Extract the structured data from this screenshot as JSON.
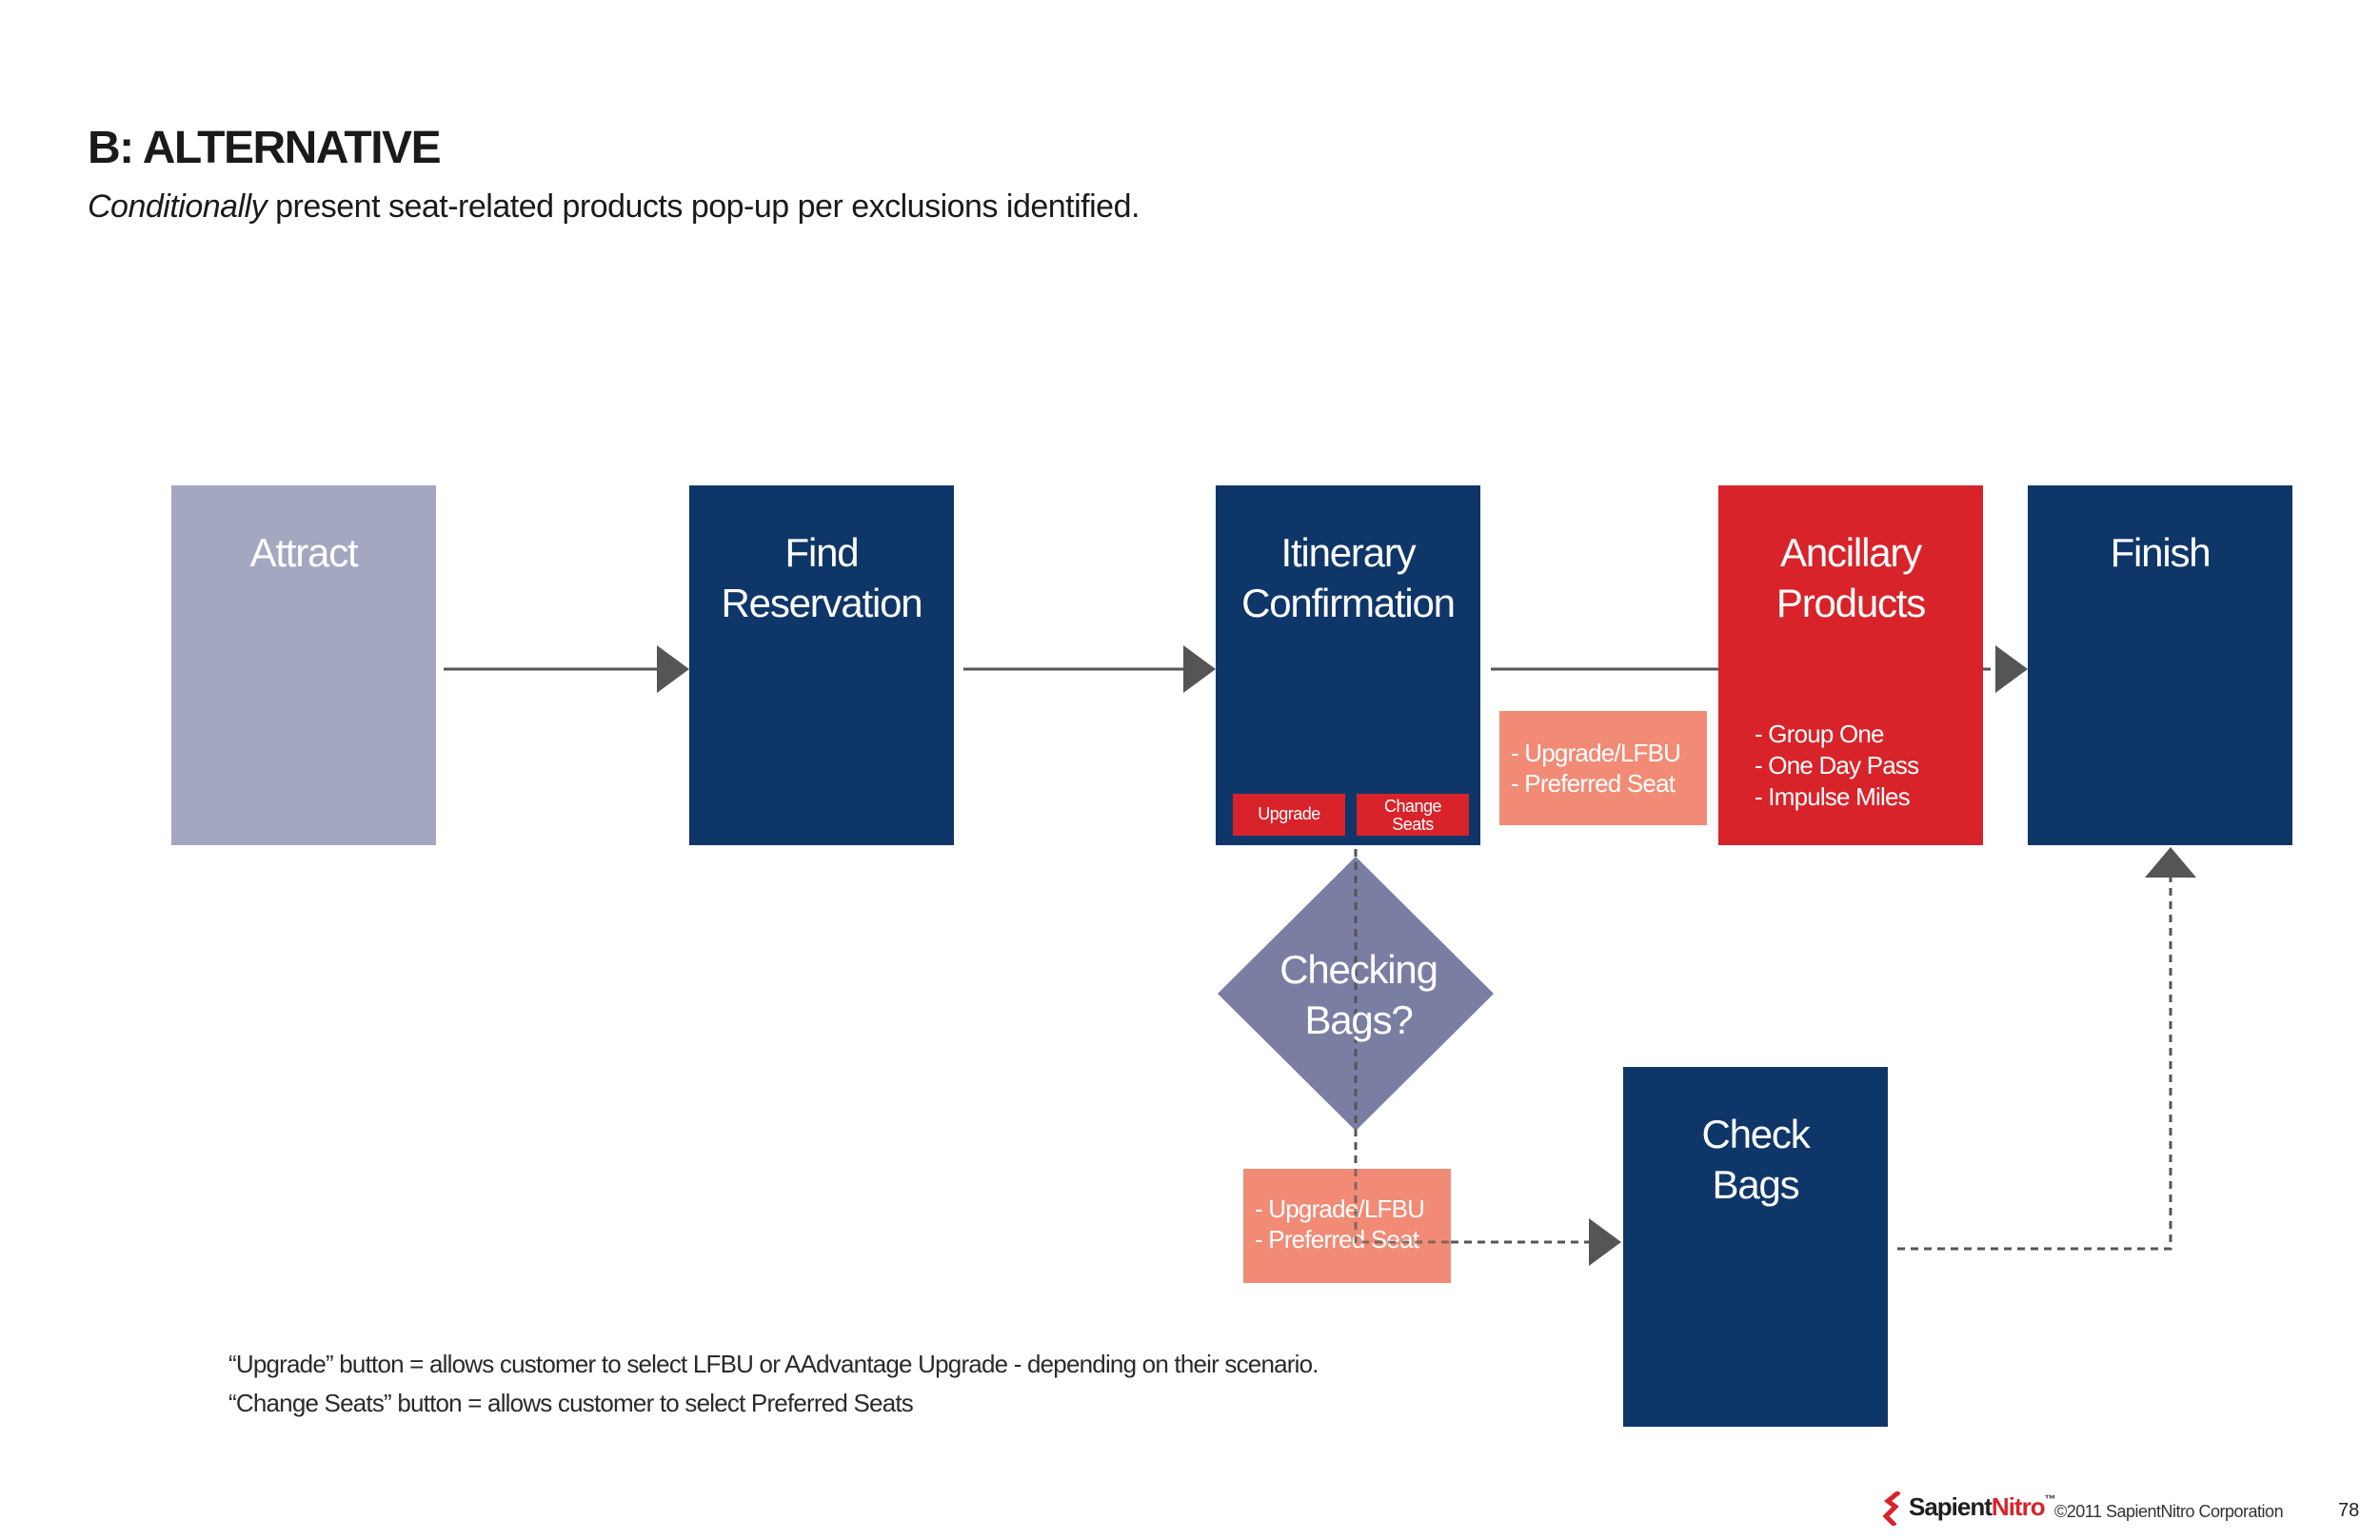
{
  "header": {
    "title": "B: ALTERNATIVE",
    "subtitle_emphasis": "Conditionally",
    "subtitle_rest": " present seat-related products pop-up per exclusions identified."
  },
  "flow": {
    "attract": {
      "line1": "Attract"
    },
    "find": {
      "line1": "Find",
      "line2": "Reservation"
    },
    "itinerary": {
      "line1": "Itinerary",
      "line2": "Confirmation",
      "upgrade_button": "Upgrade",
      "change_button_line1": "Change",
      "change_button_line2": "Seats"
    },
    "ancillary": {
      "line1": "Ancillary",
      "line2": "Products",
      "items": [
        "- Group One",
        "- One Day Pass",
        "- Impulse Miles"
      ]
    },
    "finish": {
      "line1": "Finish"
    },
    "decision": {
      "line1": "Checking",
      "line2": "Bags?"
    },
    "check_bags": {
      "line1": "Check",
      "line2": "Bags"
    },
    "popup_top": {
      "items": [
        "- Upgrade/LFBU",
        "- Preferred Seat"
      ]
    },
    "popup_bottom": {
      "items": [
        "- Upgrade/LFBU",
        "- Preferred Seat"
      ]
    }
  },
  "notes": [
    "“Upgrade” button = allows customer to select LFBU or AAdvantage Upgrade - depending on their scenario.",
    "“Change Seats” button = allows customer to select Preferred Seats"
  ],
  "footer": {
    "logo_part1": "Sapient",
    "logo_part2": "Nitro",
    "logo_tm": "™",
    "copyright": "©2011 SapientNitro Corporation",
    "page_number": "78"
  },
  "colors": {
    "navy": "#0f3669",
    "red": "#d8232a",
    "salmon": "#f18b76",
    "lavender": "#a4a7c0",
    "diamond": "#7a7ea3",
    "connector": "#555555"
  }
}
